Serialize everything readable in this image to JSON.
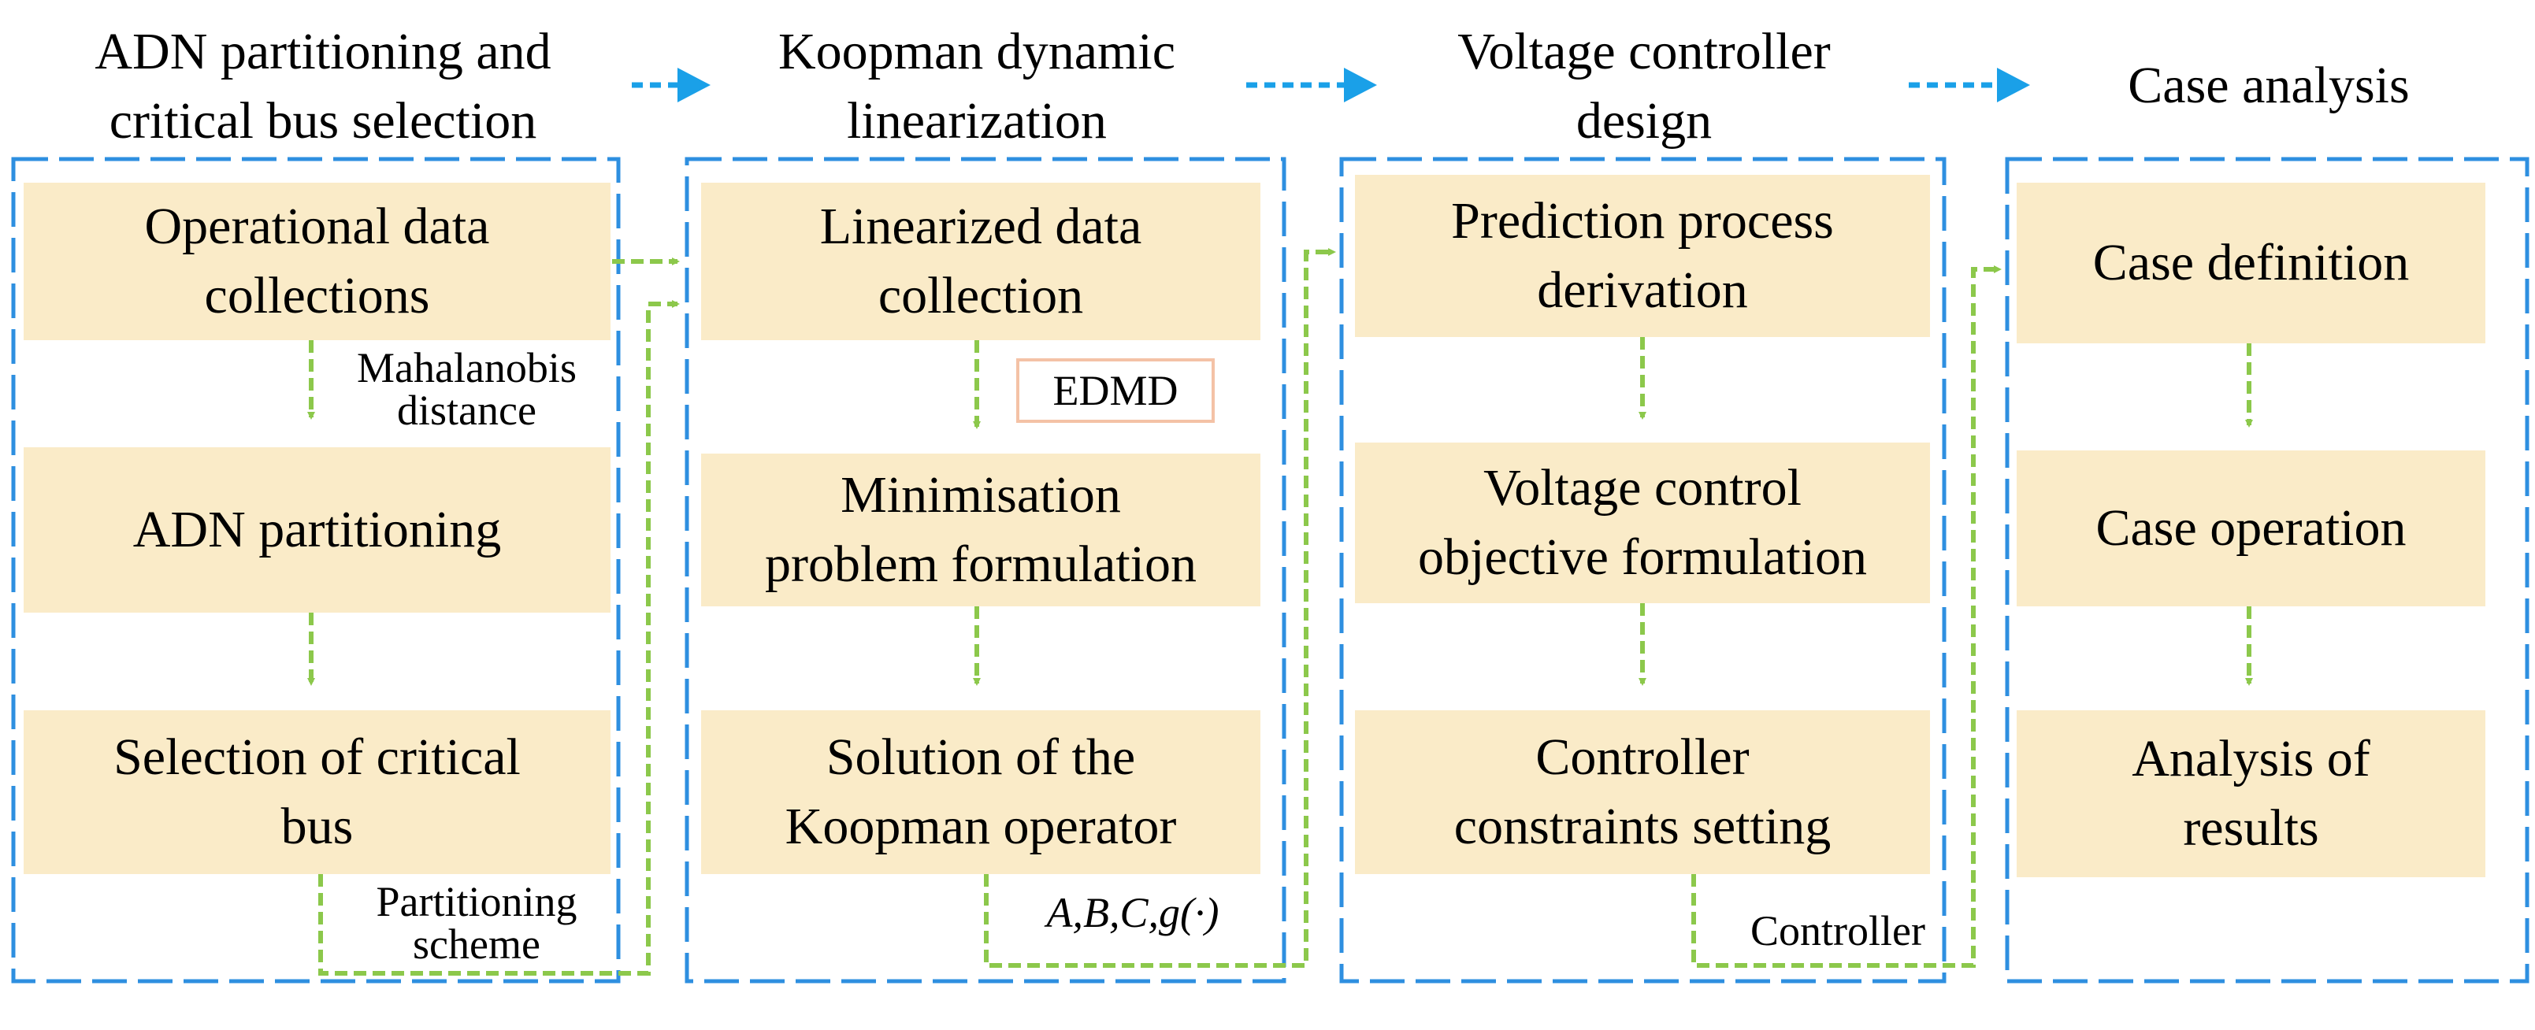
{
  "stages": [
    {
      "title": "ADN partitioning and\ncritical bus selection",
      "steps": [
        "Operational data\ncollections",
        "ADN partitioning",
        "Selection of critical\nbus"
      ]
    },
    {
      "title": "Koopman dynamic\nlinearization",
      "steps": [
        "Linearized data\ncollection",
        "Minimisation\nproblem formulation",
        "Solution of the\nKoopman operator"
      ]
    },
    {
      "title": "Voltage controller\ndesign",
      "steps": [
        "Prediction process\nderivation",
        "Voltage control\nobjective formulation",
        "Controller\nconstraints setting"
      ]
    },
    {
      "title": "Case analysis",
      "steps": [
        "Case definition",
        "Case operation",
        "Analysis of\nresults"
      ]
    }
  ],
  "labels": {
    "mahalanobis": "Mahalanobis\ndistance",
    "partitioning_scheme": "Partitioning\nscheme",
    "edmd": "EDMD",
    "koopman_output": "A,B,C,g(·)",
    "controller": "Controller"
  },
  "colors": {
    "step_fill": "#faebc8",
    "stage_border": "#2e8fe0",
    "flow_arrow": "#8cc84b",
    "stage_arrow": "#1aa0e8",
    "edmd_border": "#f4c2a6"
  }
}
